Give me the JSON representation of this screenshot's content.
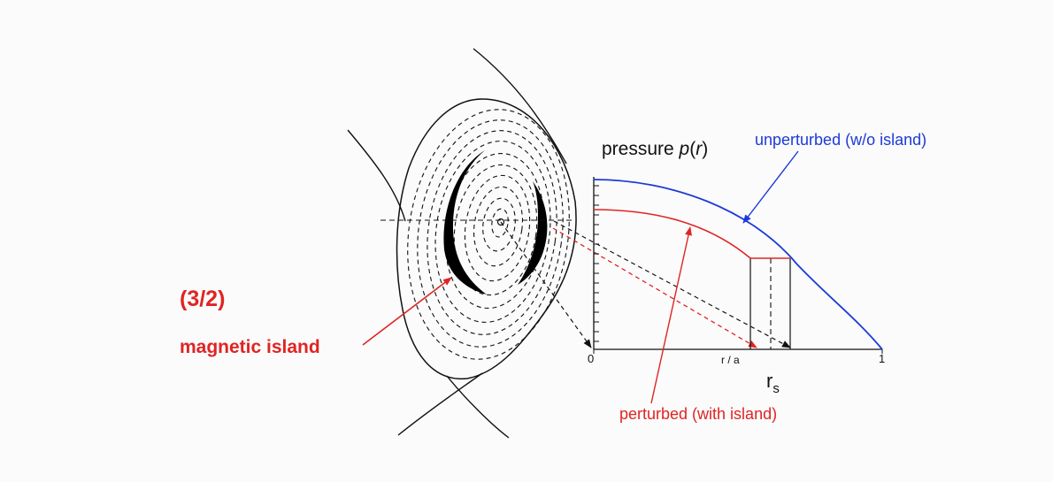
{
  "labels": {
    "mode": "(3/2)",
    "magnetic_island": "magnetic island",
    "pressure_prefix": "pressure ",
    "pressure_symbol": "p",
    "pressure_arg_open": "(",
    "pressure_arg": "r",
    "pressure_arg_close": ")",
    "unperturbed": "unperturbed (w/o island)",
    "perturbed": "perturbed (with island)",
    "tick_zero": "0",
    "tick_ra": "r / a",
    "tick_one": "1",
    "rs_base": "r",
    "rs_sub": "s"
  },
  "colors": {
    "red": "#e02424",
    "blue": "#1e3ad8",
    "black": "#111111"
  }
}
